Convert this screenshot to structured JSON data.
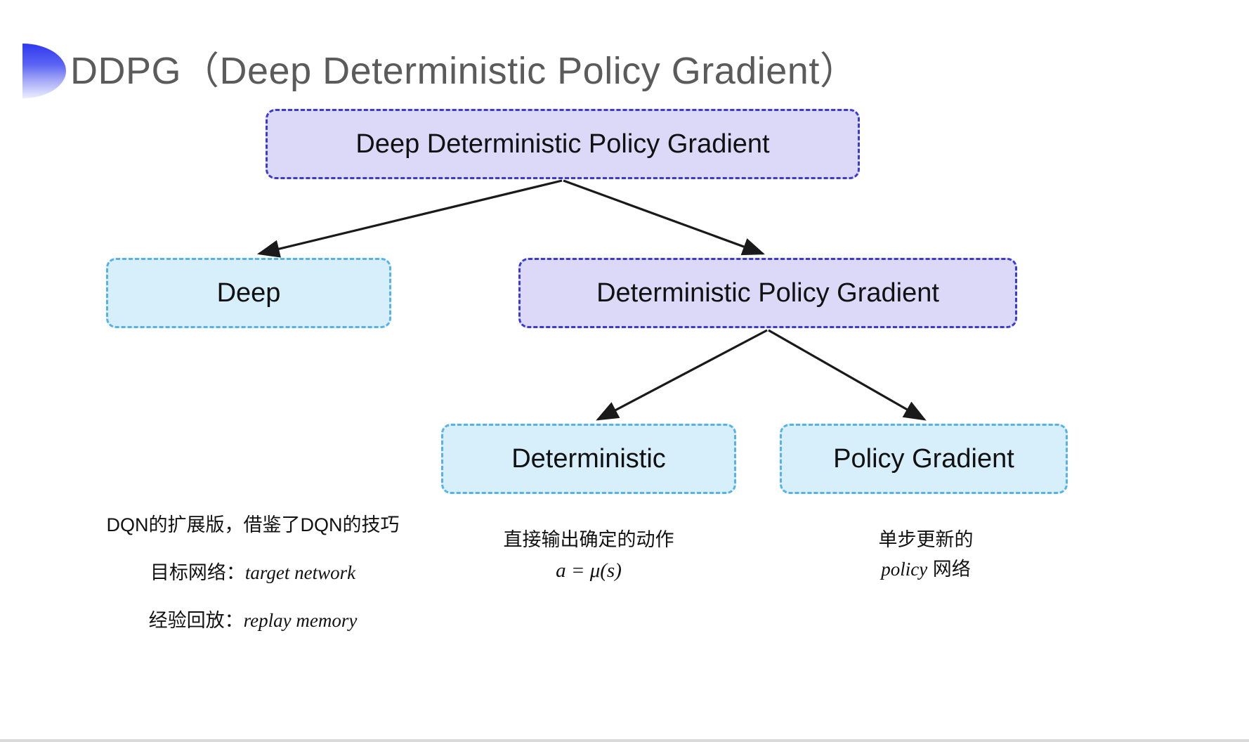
{
  "slide": {
    "title": "DDPG（Deep Deterministic Policy Gradient）",
    "bullet_icon": "half-circle-gradient-icon",
    "background_color": "#ffffff"
  },
  "colors": {
    "purple_fill": "#dcd9f8",
    "purple_border": "#3b3bd2",
    "cyan_fill": "#d7eefb",
    "cyan_border": "#57b2e6",
    "title_text": "#5b5b5b",
    "body_text": "#111111",
    "connector": "#1a1a1a"
  },
  "diagram": {
    "nodes": {
      "root": {
        "label": "Deep Deterministic Policy Gradient",
        "style": "purple"
      },
      "deep": {
        "label": "Deep",
        "style": "cyan"
      },
      "dpg": {
        "label": "Deterministic Policy Gradient",
        "style": "purple"
      },
      "deterministic": {
        "label": "Deterministic",
        "style": "cyan"
      },
      "policy_gradient": {
        "label": "Policy Gradient",
        "style": "cyan"
      }
    },
    "edges": [
      {
        "from": "root",
        "to": "deep"
      },
      {
        "from": "root",
        "to": "dpg"
      },
      {
        "from": "dpg",
        "to": "deterministic"
      },
      {
        "from": "dpg",
        "to": "policy_gradient"
      }
    ]
  },
  "captions": {
    "deep": {
      "line1": "DQN的扩展版，借鉴了DQN的技巧",
      "line2_prefix": "目标网络：",
      "line2_term": "target network",
      "line3_prefix": "经验回放：",
      "line3_term": "replay memory"
    },
    "deterministic": {
      "line1": "直接输出确定的动作",
      "formula": "a = μ(s)"
    },
    "policy_gradient": {
      "line1": "单步更新的",
      "line2_term": "policy",
      "line2_suffix": " 网络"
    }
  }
}
